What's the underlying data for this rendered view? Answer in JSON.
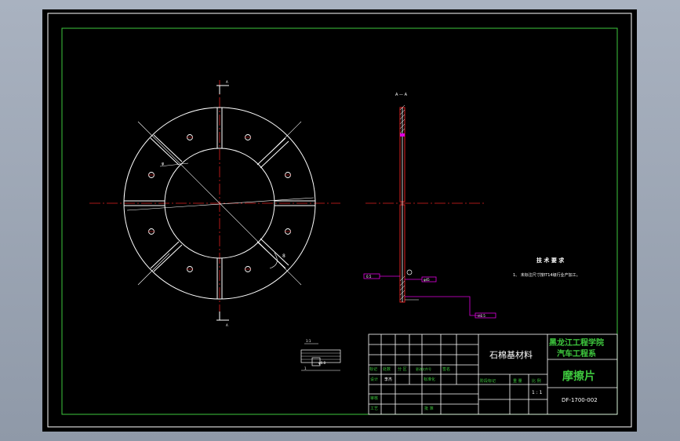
{
  "colors": {
    "frame": "#3ec83e",
    "outline": "#ffffff",
    "center_line": "#e02020",
    "dim": "#ffffff",
    "leader": "#e000e0",
    "title_text": "#ffffff",
    "title_green": "#3ec83e",
    "canvas": "#000000",
    "background": "#9aa4b3"
  },
  "drawing": {
    "section_marker": "A",
    "section_view_label": "A — A",
    "front_dims": {
      "diameter_small": "φ",
      "note": "8"
    },
    "section_callouts": [
      "0.5",
      "φ45",
      "∅2.5"
    ],
    "tech_req_title": "技 术 要 求",
    "tech_req_line": "1、 未标注尺寸按IT14级行业产加工。",
    "detail_label": "1:1",
    "detail_dims": [
      "φ0.8",
      "1"
    ]
  },
  "title_block": {
    "material": "石棉基材料",
    "school_line1": "黑龙江工程学院",
    "school_line2": "汽车工程系",
    "part_name": "摩擦片",
    "drawing_no": "DF-1700-002",
    "row_labels": [
      "标记",
      "处数",
      "分 区",
      "更改文件号",
      "签名"
    ],
    "design_label": "设计",
    "standard_label": "标准化",
    "review_label": "审核",
    "process_label": "工艺",
    "approve_label": "批 准",
    "signature": "李杰",
    "stage_label": "阶段标记",
    "weight_label": "重 量",
    "scale_label": "比 例",
    "scale_value": "1 : 1"
  }
}
